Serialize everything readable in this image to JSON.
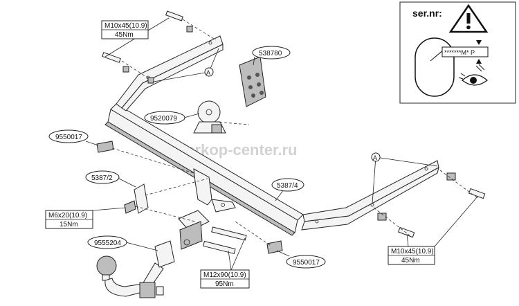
{
  "watermark": "farkop-center.ru",
  "serial_box": {
    "title": "ser.nr:",
    "plate_text": "*******M* P"
  },
  "labels": {
    "bolt_top": {
      "spec": "M10x45(10.9)",
      "torque": "45Nm"
    },
    "bolt_right": {
      "spec": "M10x45(10.9)",
      "torque": "45Nm"
    },
    "bolt_small": {
      "spec": "M6x20(10.9)",
      "torque": "15Nm"
    },
    "bolt_center": {
      "spec": "M12x90(10.9)",
      "torque": "95Nm"
    },
    "part_538780": "538780",
    "part_9520079": "9520079",
    "part_9550017_left": "9550017",
    "part_9550017_right": "9550017",
    "part_5387_2": "5387/2",
    "part_5387_4": "5387/4",
    "part_9555204": "9555204",
    "marker_a_left": "A",
    "marker_a_right": "A"
  }
}
